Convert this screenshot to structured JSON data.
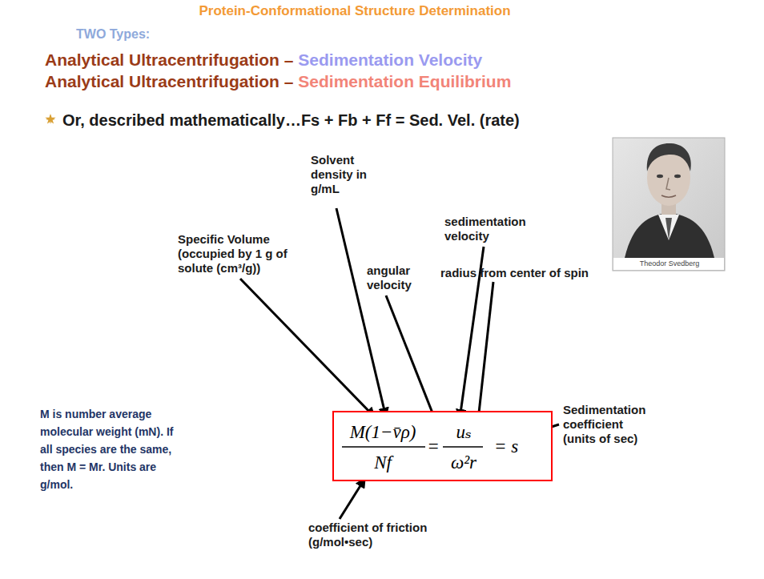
{
  "diagram": {
    "title": "Protein-Conformational Structure Determination",
    "nodes": [
      {
        "text": [
          "M(1−v̄ρ)",
          "Nf",
          "=",
          "uₛ",
          "ω²r",
          "= s"
        ]
      }
    ],
    "labels": [
      "TWO Types:",
      "Analytical Ultracentrifugation –",
      "Sedimentation Velocity",
      "Analytical Ultracentrifugation –",
      "Sedimentation Equilibrium",
      "Or, described mathematically…Fs + Fb + Ff = Sed. Vel. (rate)",
      "Solvent density in g/mL",
      "Specific Volume (occupied by 1 g of solute (cm³/g))",
      "sedimentation velocity",
      "angular velocity",
      "radius from center of spin",
      "Sedimentation coefficient (units of sec)",
      "M is number average molecular weight (mN). If all species are the same, then M = Mr. Units are g/mol.",
      "coefficient of friction (g/mol•sec)",
      "Theodor Svedberg"
    ]
  }
}
